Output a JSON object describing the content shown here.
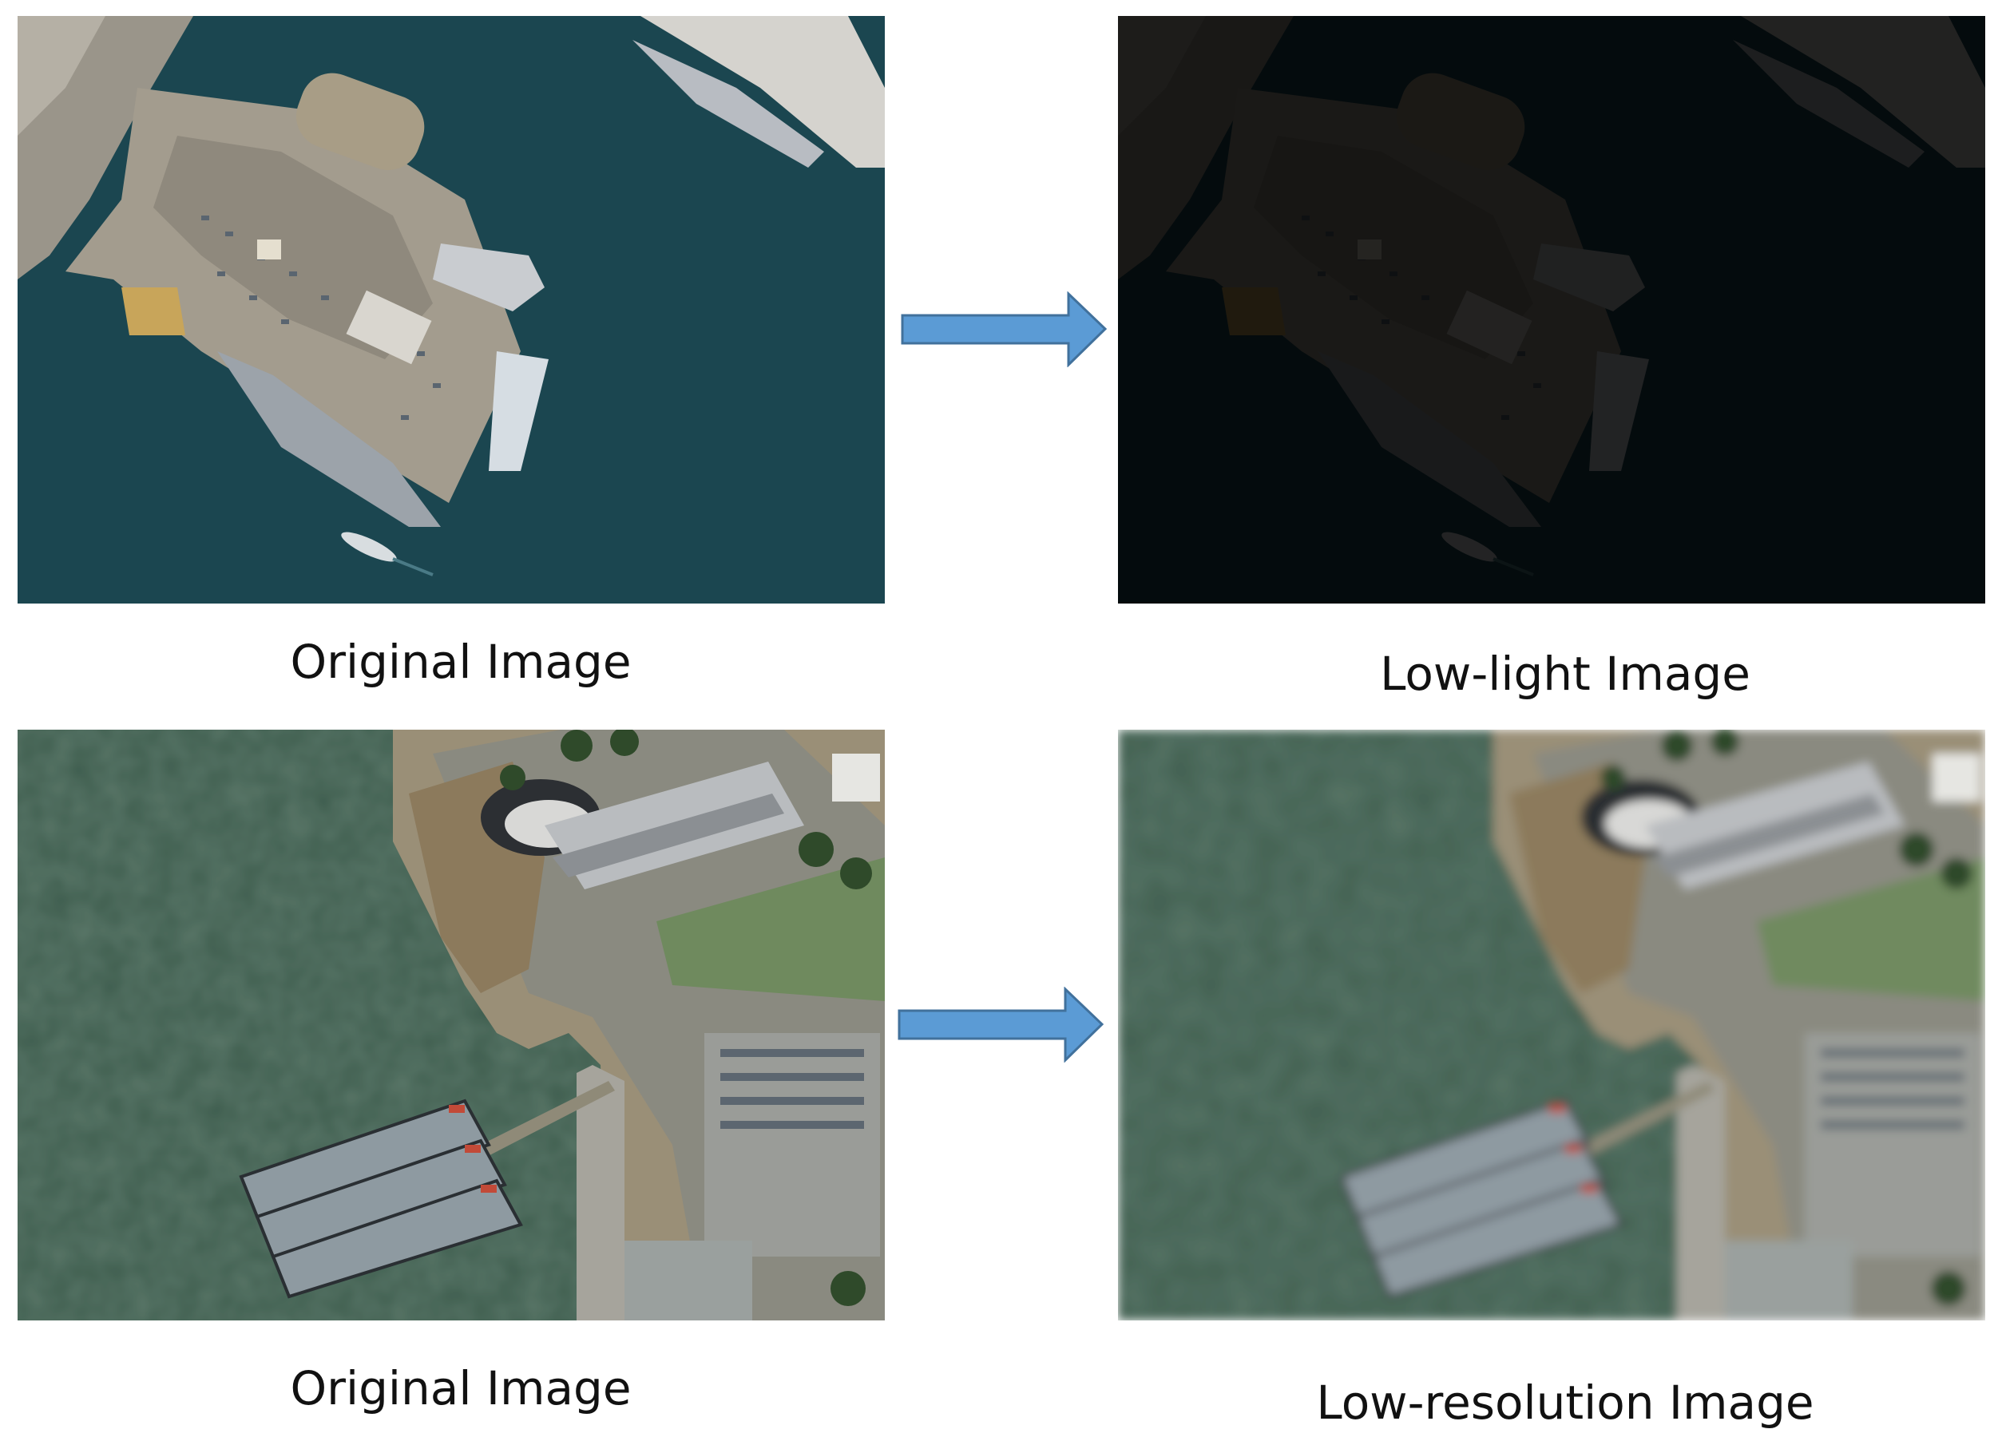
{
  "panels": [
    {
      "id": "original-harbor",
      "caption": "Original Image"
    },
    {
      "id": "low-light-harbor",
      "caption": "Low-light Image"
    },
    {
      "id": "original-port",
      "caption": "Original Image"
    },
    {
      "id": "low-resolution-port",
      "caption": "Low-resolution Image"
    }
  ],
  "colors": {
    "arrow_fill": "#5b9bd5",
    "arrow_stroke": "#41719c",
    "harbor_water": "#1d4a55",
    "port_water": "#3f5e4f"
  }
}
